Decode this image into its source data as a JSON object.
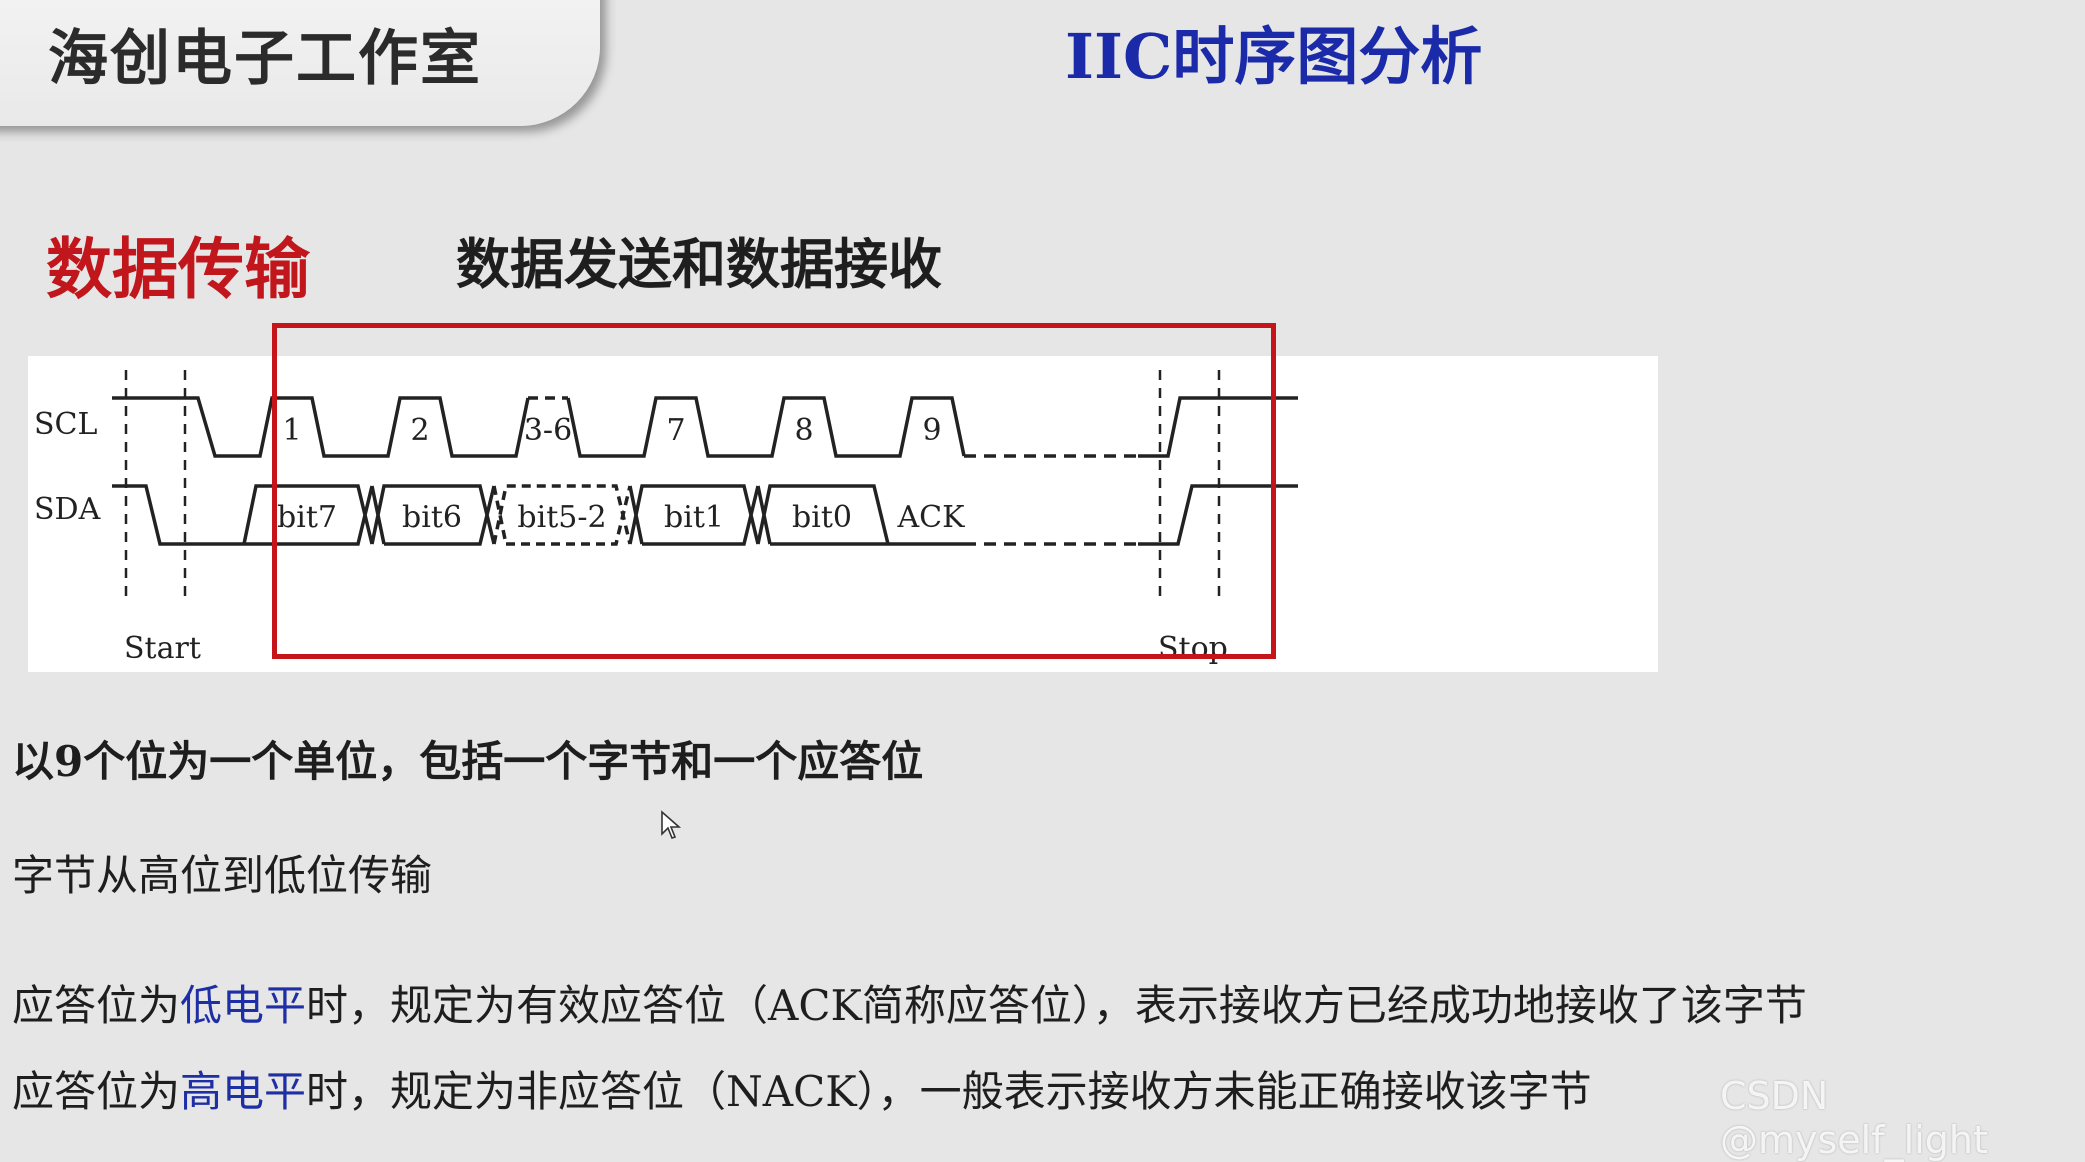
{
  "header": {
    "studio_name": "海创电子工作室",
    "page_title": "IIC时序图分析"
  },
  "section": {
    "title": "数据传输",
    "subtitle": "数据发送和数据接收"
  },
  "diagram": {
    "signals": {
      "scl": "SCL",
      "sda": "SDA"
    },
    "clock_labels": [
      "1",
      "2",
      "3-6",
      "7",
      "8",
      "9"
    ],
    "data_labels": [
      "bit7",
      "bit6",
      "bit5-2",
      "bit1",
      "bit0",
      "ACK"
    ],
    "start_label": "Start",
    "stop_label": "Stop",
    "highlight_color": "#c6141b"
  },
  "text": {
    "line1": "以9个位为一个单位，包括一个字节和一个应答位",
    "line2": "字节从高位到低位传输",
    "line3_prefix": "应答位为",
    "line3_em": "低电平",
    "line3_suffix": "时，规定为有效应答位（ACK简称应答位），表示接收方已经成功地接收了该字节",
    "line4_prefix": "应答位为",
    "line4_em": "高电平",
    "line4_suffix": "时，规定为非应答位（NACK），一般表示接收方未能正确接收该字节"
  },
  "watermark": "CSDN @myself_light",
  "colors": {
    "title_blue": "#1a2aa8",
    "accent_red": "#c0161c",
    "emphasis_blue": "#1e2fa6"
  }
}
